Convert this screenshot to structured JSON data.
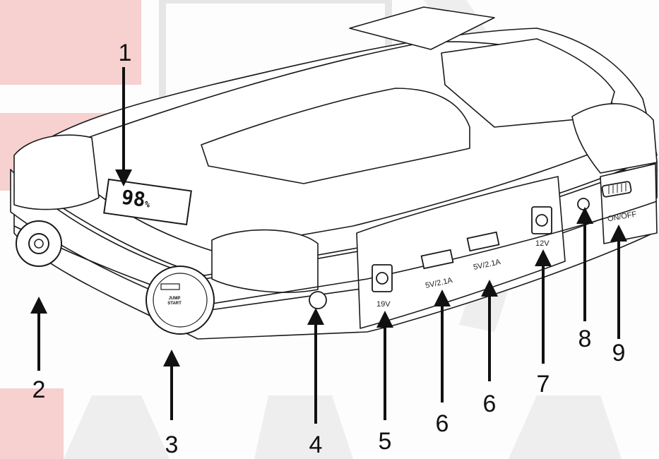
{
  "display": {
    "reading": "98",
    "unit": "%"
  },
  "jump_button": {
    "line1": "JUMP",
    "line2": "START"
  },
  "port_labels": {
    "p19v": "19V",
    "usb1": "5V/2.1A",
    "usb2": "5V/2.1A",
    "p12v": "12V",
    "onoff": "ON/OFF"
  },
  "callouts": [
    "1",
    "2",
    "3",
    "4",
    "5",
    "6",
    "6",
    "7",
    "8",
    "9"
  ],
  "colors": {
    "watermark_red": "#f6c9c9",
    "watermark_gray": "#e9e9e9",
    "line": "#1a1a1a",
    "device_fill": "#ffffff"
  }
}
